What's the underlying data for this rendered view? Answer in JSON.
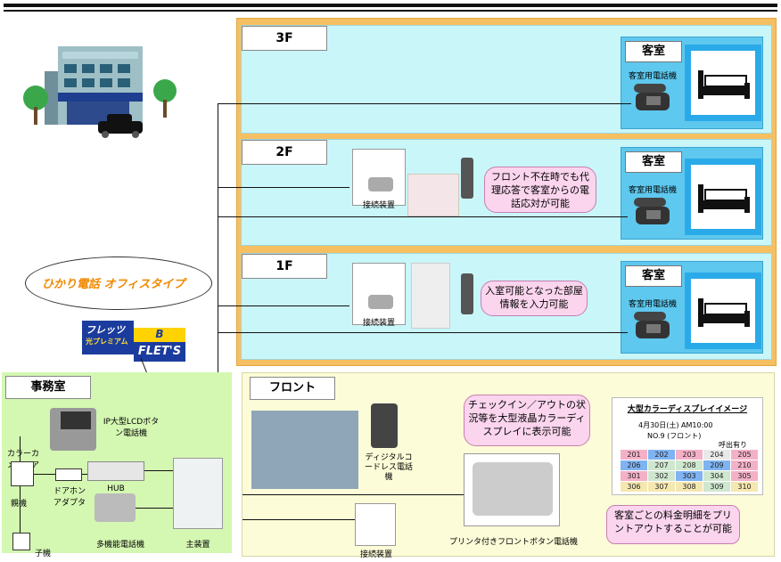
{
  "floors": {
    "f3": {
      "label": "3F"
    },
    "f2": {
      "label": "2F"
    },
    "f1": {
      "label": "1F"
    }
  },
  "room": {
    "label": "客室",
    "phone_label": "客室用電話機"
  },
  "connector_label": "接続装置",
  "callouts": {
    "f2": "フロント不在時でも代理応答で客室からの電話応対が可能",
    "f1": "入室可能となった部屋情報を入力可能",
    "front": "チェックイン／アウトの状況等を大型液晶カラーディスプレイに表示可能",
    "billing": "客室ごとの料金明細をプリントアウトすることが可能"
  },
  "network": {
    "hikari": "ひかり電話 オフィスタイプ",
    "flets_line1": "フレッツ",
    "flets_line2": "光プレミアム",
    "flets_b": "B",
    "flets_brand": "FLET'S"
  },
  "office": {
    "title": "事務室",
    "lcd_phone": "IP大型LCDボタン電話機",
    "camera_doorphone": "カラーカメラドアホン",
    "doorphone_adapter": "ドアホンアダプタ",
    "hub": "HUB",
    "main_unit_left": "親機",
    "sub_unit": "子機",
    "multi_phone": "多機能電話機",
    "main_device": "主装置"
  },
  "front": {
    "title": "フロント",
    "cordless": "ディジタルコードレス電話機",
    "printer_phone": "プリンタ付きフロントボタン電話機",
    "connector": "接続装置"
  },
  "display": {
    "title": "大型カラーディスプレイイメージ",
    "date": "4月30日(土) AM10:00",
    "no": "NO.9 (フロント)",
    "calling": "呼出有り",
    "rooms": [
      "201",
      "202",
      "203",
      "204",
      "205",
      "206",
      "207",
      "208",
      "209",
      "210",
      "301",
      "302",
      "303",
      "304",
      "305",
      "306",
      "307",
      "308",
      "309",
      "310"
    ],
    "colors": [
      "#f3b1c8",
      "#7fb3f2",
      "#f3b1c8",
      "#e9e9e9",
      "#f3b1c8",
      "#7fb3f2",
      "#cfe6cf",
      "#cfe6cf",
      "#7fb3f2",
      "#f3b1c8",
      "#f3b1c8",
      "#cfe6cf",
      "#7fb3f2",
      "#cfe6cf",
      "#f3b1c8",
      "#f5e7b0",
      "#f5e7b0",
      "#f5e7b0",
      "#cfe6cf",
      "#f5e7b0"
    ]
  }
}
